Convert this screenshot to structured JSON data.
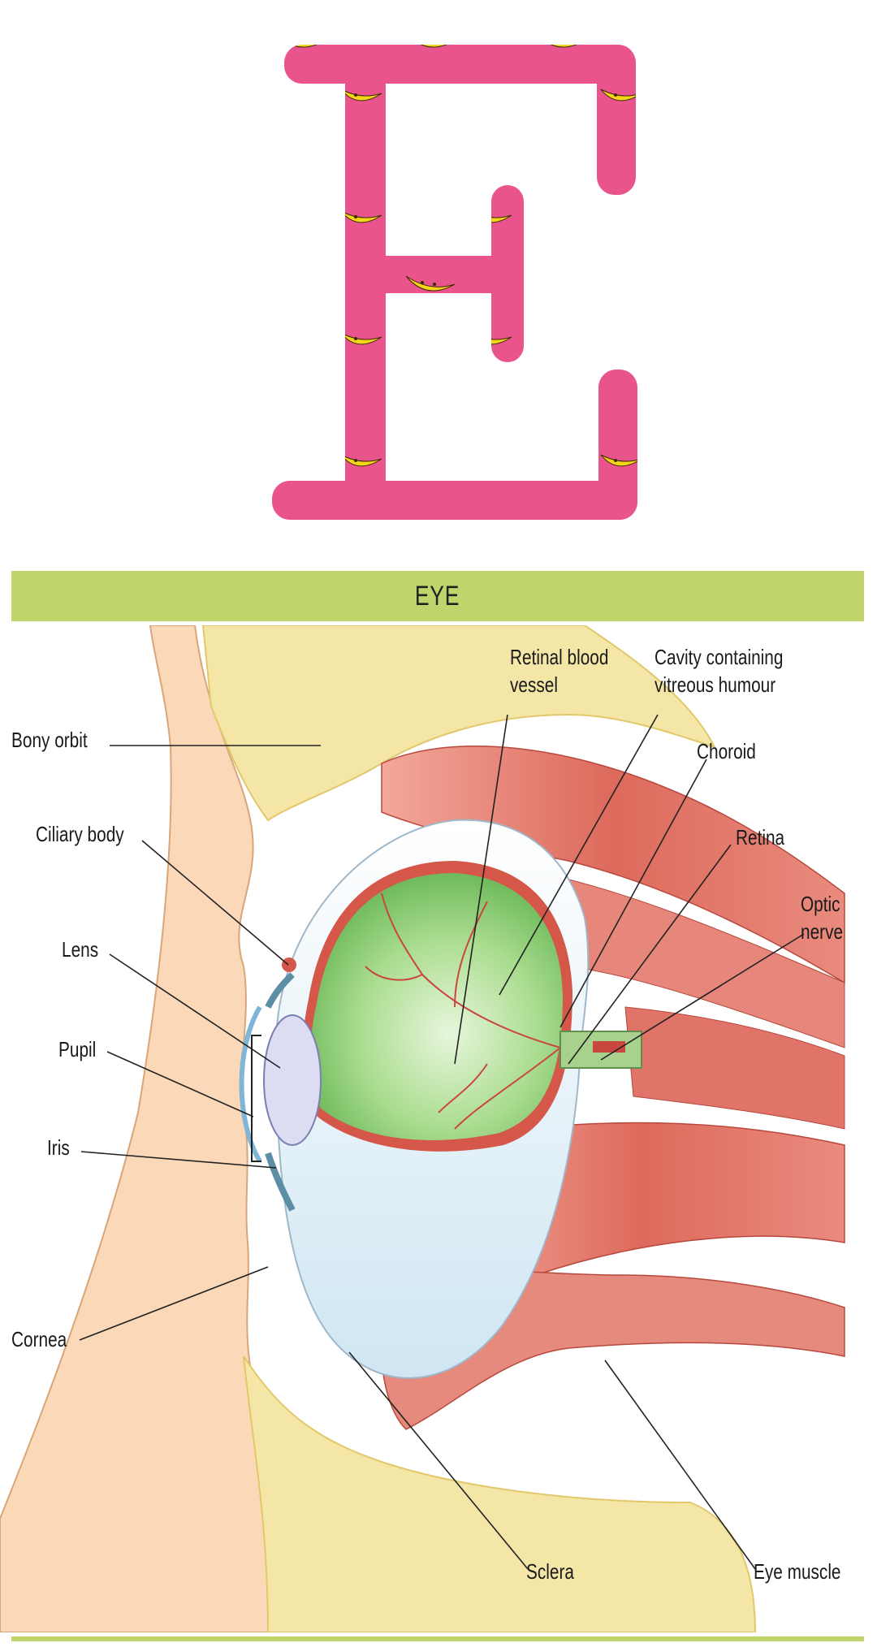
{
  "letter": "E",
  "colors": {
    "letter_pink": "#e8548b",
    "banana_yellow": "#f5d51c",
    "header_green": "#bfd46a",
    "vitreous_green": "#8fce7a",
    "muscle_red": "#d9564c",
    "skin": "#fbd9b8",
    "bone": "#f4e6a6"
  },
  "section_title": "EYE",
  "labels": {
    "bony_orbit": "Bony orbit",
    "ciliary_body": "Ciliary body",
    "lens": "Lens",
    "pupil": "Pupil",
    "iris": "Iris",
    "cornea": "Cornea",
    "retinal_blood_vessel": [
      "Retinal blood",
      "vessel"
    ],
    "cavity": [
      "Cavity containing",
      "vitreous humour"
    ],
    "choroid": "Choroid",
    "retina": "Retina",
    "optic_nerve": [
      "Optic",
      "nerve"
    ],
    "sclera": "Sclera",
    "eye_muscle": "Eye muscle"
  }
}
